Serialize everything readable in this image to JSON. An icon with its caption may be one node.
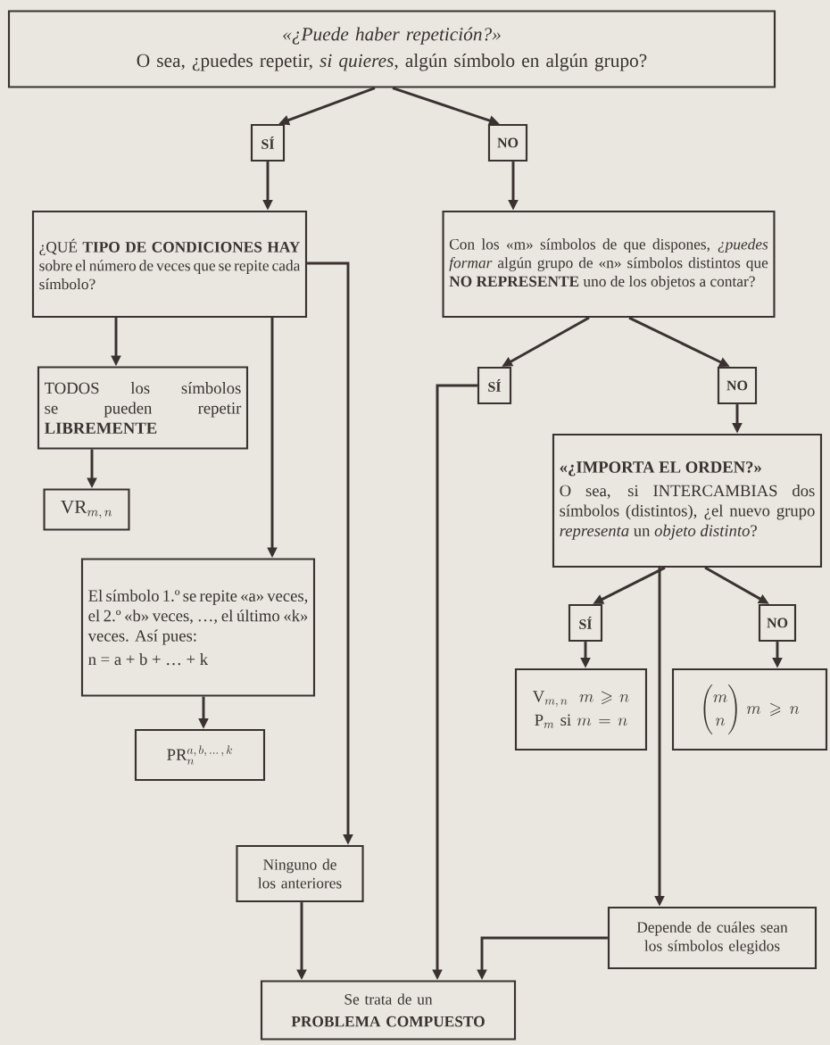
{
  "diagram": {
    "nodes": [
      {
        "text": [
          "«¿Puede haber repetición?»",
          "O sea, ¿puedes repetir, *si quieres*, algún símbolo en algún grupo?"
        ]
      },
      {
        "text": [
          "SÍ"
        ]
      },
      {
        "text": [
          "NO"
        ]
      },
      {
        "text": [
          "¿QUÉ **TIPO DE CONDICIONES HAY** sobre el número de veces que se repite cada símbolo?"
        ]
      },
      {
        "text": [
          "Con los «m» símbolos de que dispones, *¿puedes formar* algún grupo de «n» símbolos distintos que **NO REPRESENTE** uno de los objetos a contar?"
        ]
      },
      {
        "text": [
          "TODOS los símbolos se pueden repetir **LIBREMENTE**"
        ]
      },
      {
        "text": [
          "\\mathrm{VR}_{m,\\,n}"
        ]
      },
      {
        "text": [
          "El símbolo 1.º se repite «a» veces, el 2.º «b» veces, …, el último «k» veces. Así pues:",
          "n = a + b + … + k"
        ]
      },
      {
        "text": [
          "\\mathrm{PR}^{a,\\,b,\\,\\ldots\\,,\\,k}_{n}"
        ]
      },
      {
        "text": [
          "SÍ"
        ]
      },
      {
        "text": [
          "NO"
        ]
      },
      {
        "text": [
          "«¿IMPORTA EL ORDEN?»",
          "O sea, si INTERCAMBIAS dos símbolos (distintos), ¿el nuevo grupo *representa* un *objeto distinto*?"
        ]
      },
      {
        "text": [
          "SÍ"
        ]
      },
      {
        "text": [
          "NO"
        ]
      },
      {
        "text": [
          "\\mathrm{V}_{m,\\,n}\\ \\ m \\geqslant n",
          "\\mathrm{P}_{m}\\ \\mathrm{si}\\ m = n"
        ]
      },
      {
        "text": [
          "\\binom{m}{n}\\ m \\geqslant n"
        ]
      },
      {
        "text": [
          "Ninguno de los anteriores"
        ]
      },
      {
        "text": [
          "Depende de cuáles sean los símbolos elegidos"
        ]
      },
      {
        "text": [
          "Se trata de un",
          "PROBLEMA COMPUESTO"
        ]
      }
    ],
    "edges": [
      {
        "from": 0,
        "to": 1,
        "arrow": "to"
      },
      {
        "from": 0,
        "to": 2,
        "arrow": "to"
      },
      {
        "from": 1,
        "to": 3,
        "arrow": "to"
      },
      {
        "from": 2,
        "to": 4,
        "arrow": "to"
      },
      {
        "from": 3,
        "to": 5,
        "arrow": "to"
      },
      {
        "from": 5,
        "to": 6,
        "arrow": "to"
      },
      {
        "from": 3,
        "to": 7,
        "arrow": "to"
      },
      {
        "from": 7,
        "to": 8,
        "arrow": "to"
      },
      {
        "from": 3,
        "to": 16,
        "arrow": "to"
      },
      {
        "from": 4,
        "to": 9,
        "arrow": "to"
      },
      {
        "from": 4,
        "to": 10,
        "arrow": "to"
      },
      {
        "from": 10,
        "to": 11,
        "arrow": "to"
      },
      {
        "from": 9,
        "to": 18,
        "arrow": "to"
      },
      {
        "from": 11,
        "to": 12,
        "arrow": "to"
      },
      {
        "from": 11,
        "to": 13,
        "arrow": "to"
      },
      {
        "from": 12,
        "to": 14,
        "arrow": "to"
      },
      {
        "from": 13,
        "to": 15,
        "arrow": "to"
      },
      {
        "from": 11,
        "to": 17,
        "arrow": "to"
      },
      {
        "from": 16,
        "to": 18,
        "arrow": "to"
      },
      {
        "from": 17,
        "to": 18,
        "arrow": "to"
      }
    ]
  }
}
